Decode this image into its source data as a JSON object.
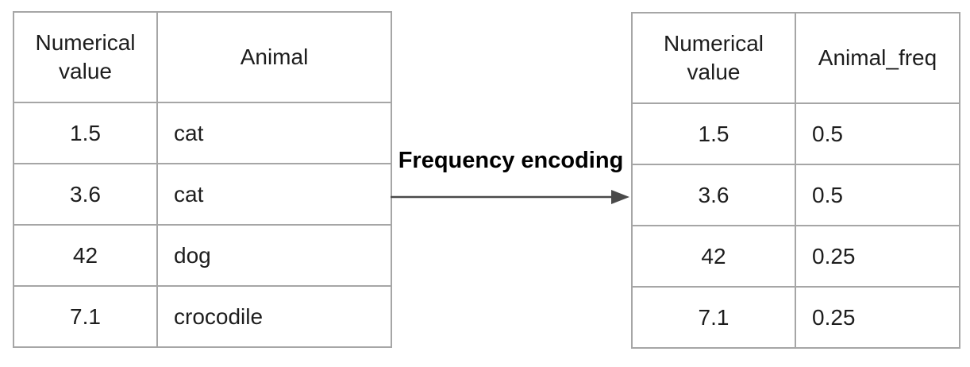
{
  "figure": {
    "arrow_label": "Frequency encoding",
    "colors": {
      "border": "#a6a6a6",
      "text": "#1d1d1d",
      "arrow": "#4a4a4a",
      "background": "#ffffff"
    },
    "left_table": {
      "headers": [
        "Numerical value",
        "Animal"
      ],
      "rows": [
        [
          "1.5",
          "cat"
        ],
        [
          "3.6",
          "cat"
        ],
        [
          "42",
          "dog"
        ],
        [
          "7.1",
          "crocodile"
        ]
      ]
    },
    "right_table": {
      "headers": [
        "Numerical value",
        "Animal_freq"
      ],
      "rows": [
        [
          "1.5",
          "0.5"
        ],
        [
          "3.6",
          "0.5"
        ],
        [
          "42",
          "0.25"
        ],
        [
          "7.1",
          "0.25"
        ]
      ]
    }
  }
}
